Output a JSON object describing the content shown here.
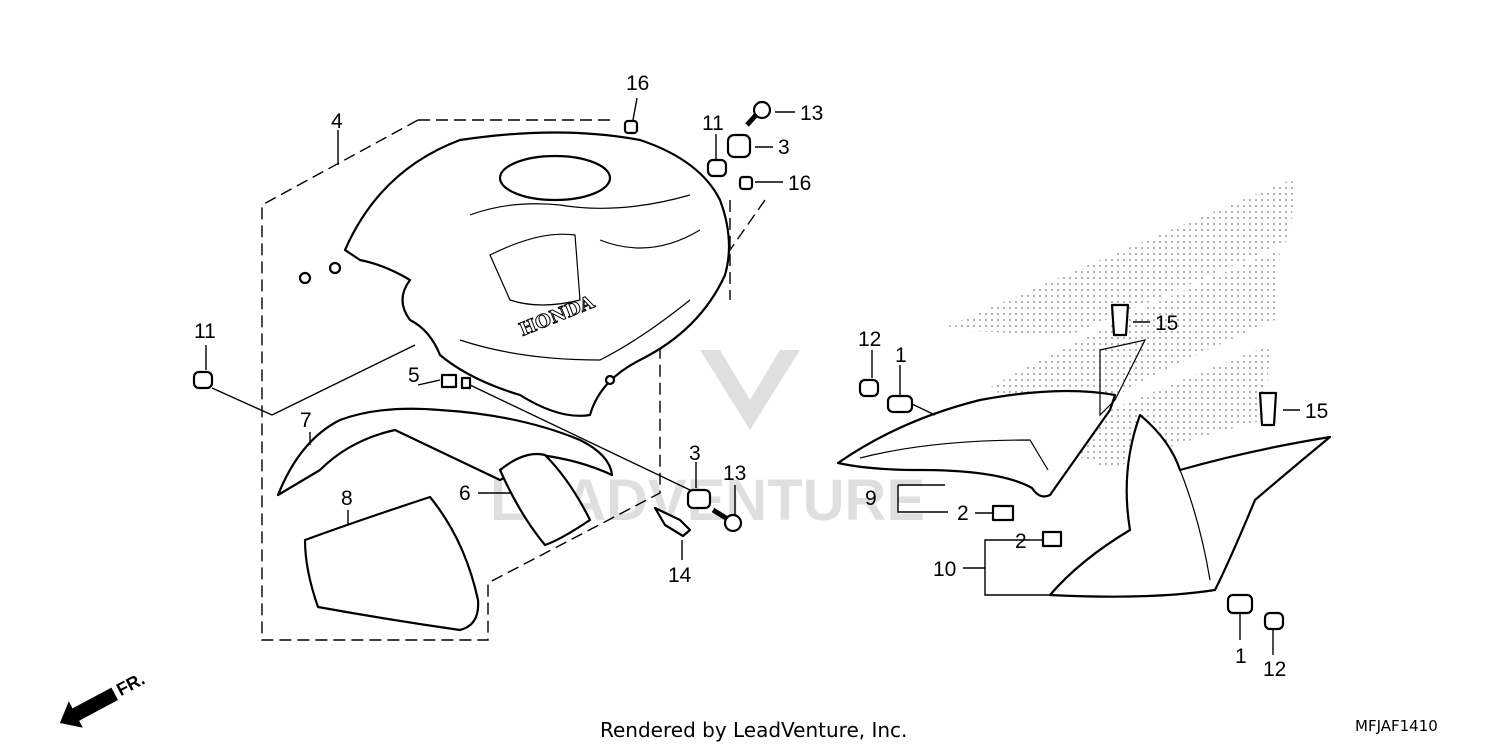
{
  "diagram": {
    "callouts": {
      "c16a": "16",
      "c4": "4",
      "c11a": "11",
      "c13a": "13",
      "c3a": "3",
      "c16b": "16",
      "c11b": "11",
      "c5": "5",
      "c7": "7",
      "c8": "8",
      "c6": "6",
      "c3b": "3",
      "c13b": "13",
      "c14": "14",
      "c12a": "12",
      "c1a": "1",
      "c15a": "15",
      "c15b": "15",
      "c9": "9",
      "c2a": "2",
      "c2b": "2",
      "c10": "10",
      "c1b": "1",
      "c12b": "12"
    },
    "tank_logo": "HONDA",
    "watermark": "LEADVENTURE",
    "front_arrow_label": "FR.",
    "footer_credit": "Rendered by LeadVenture, Inc.",
    "footer_code": "MFJAF1410"
  }
}
